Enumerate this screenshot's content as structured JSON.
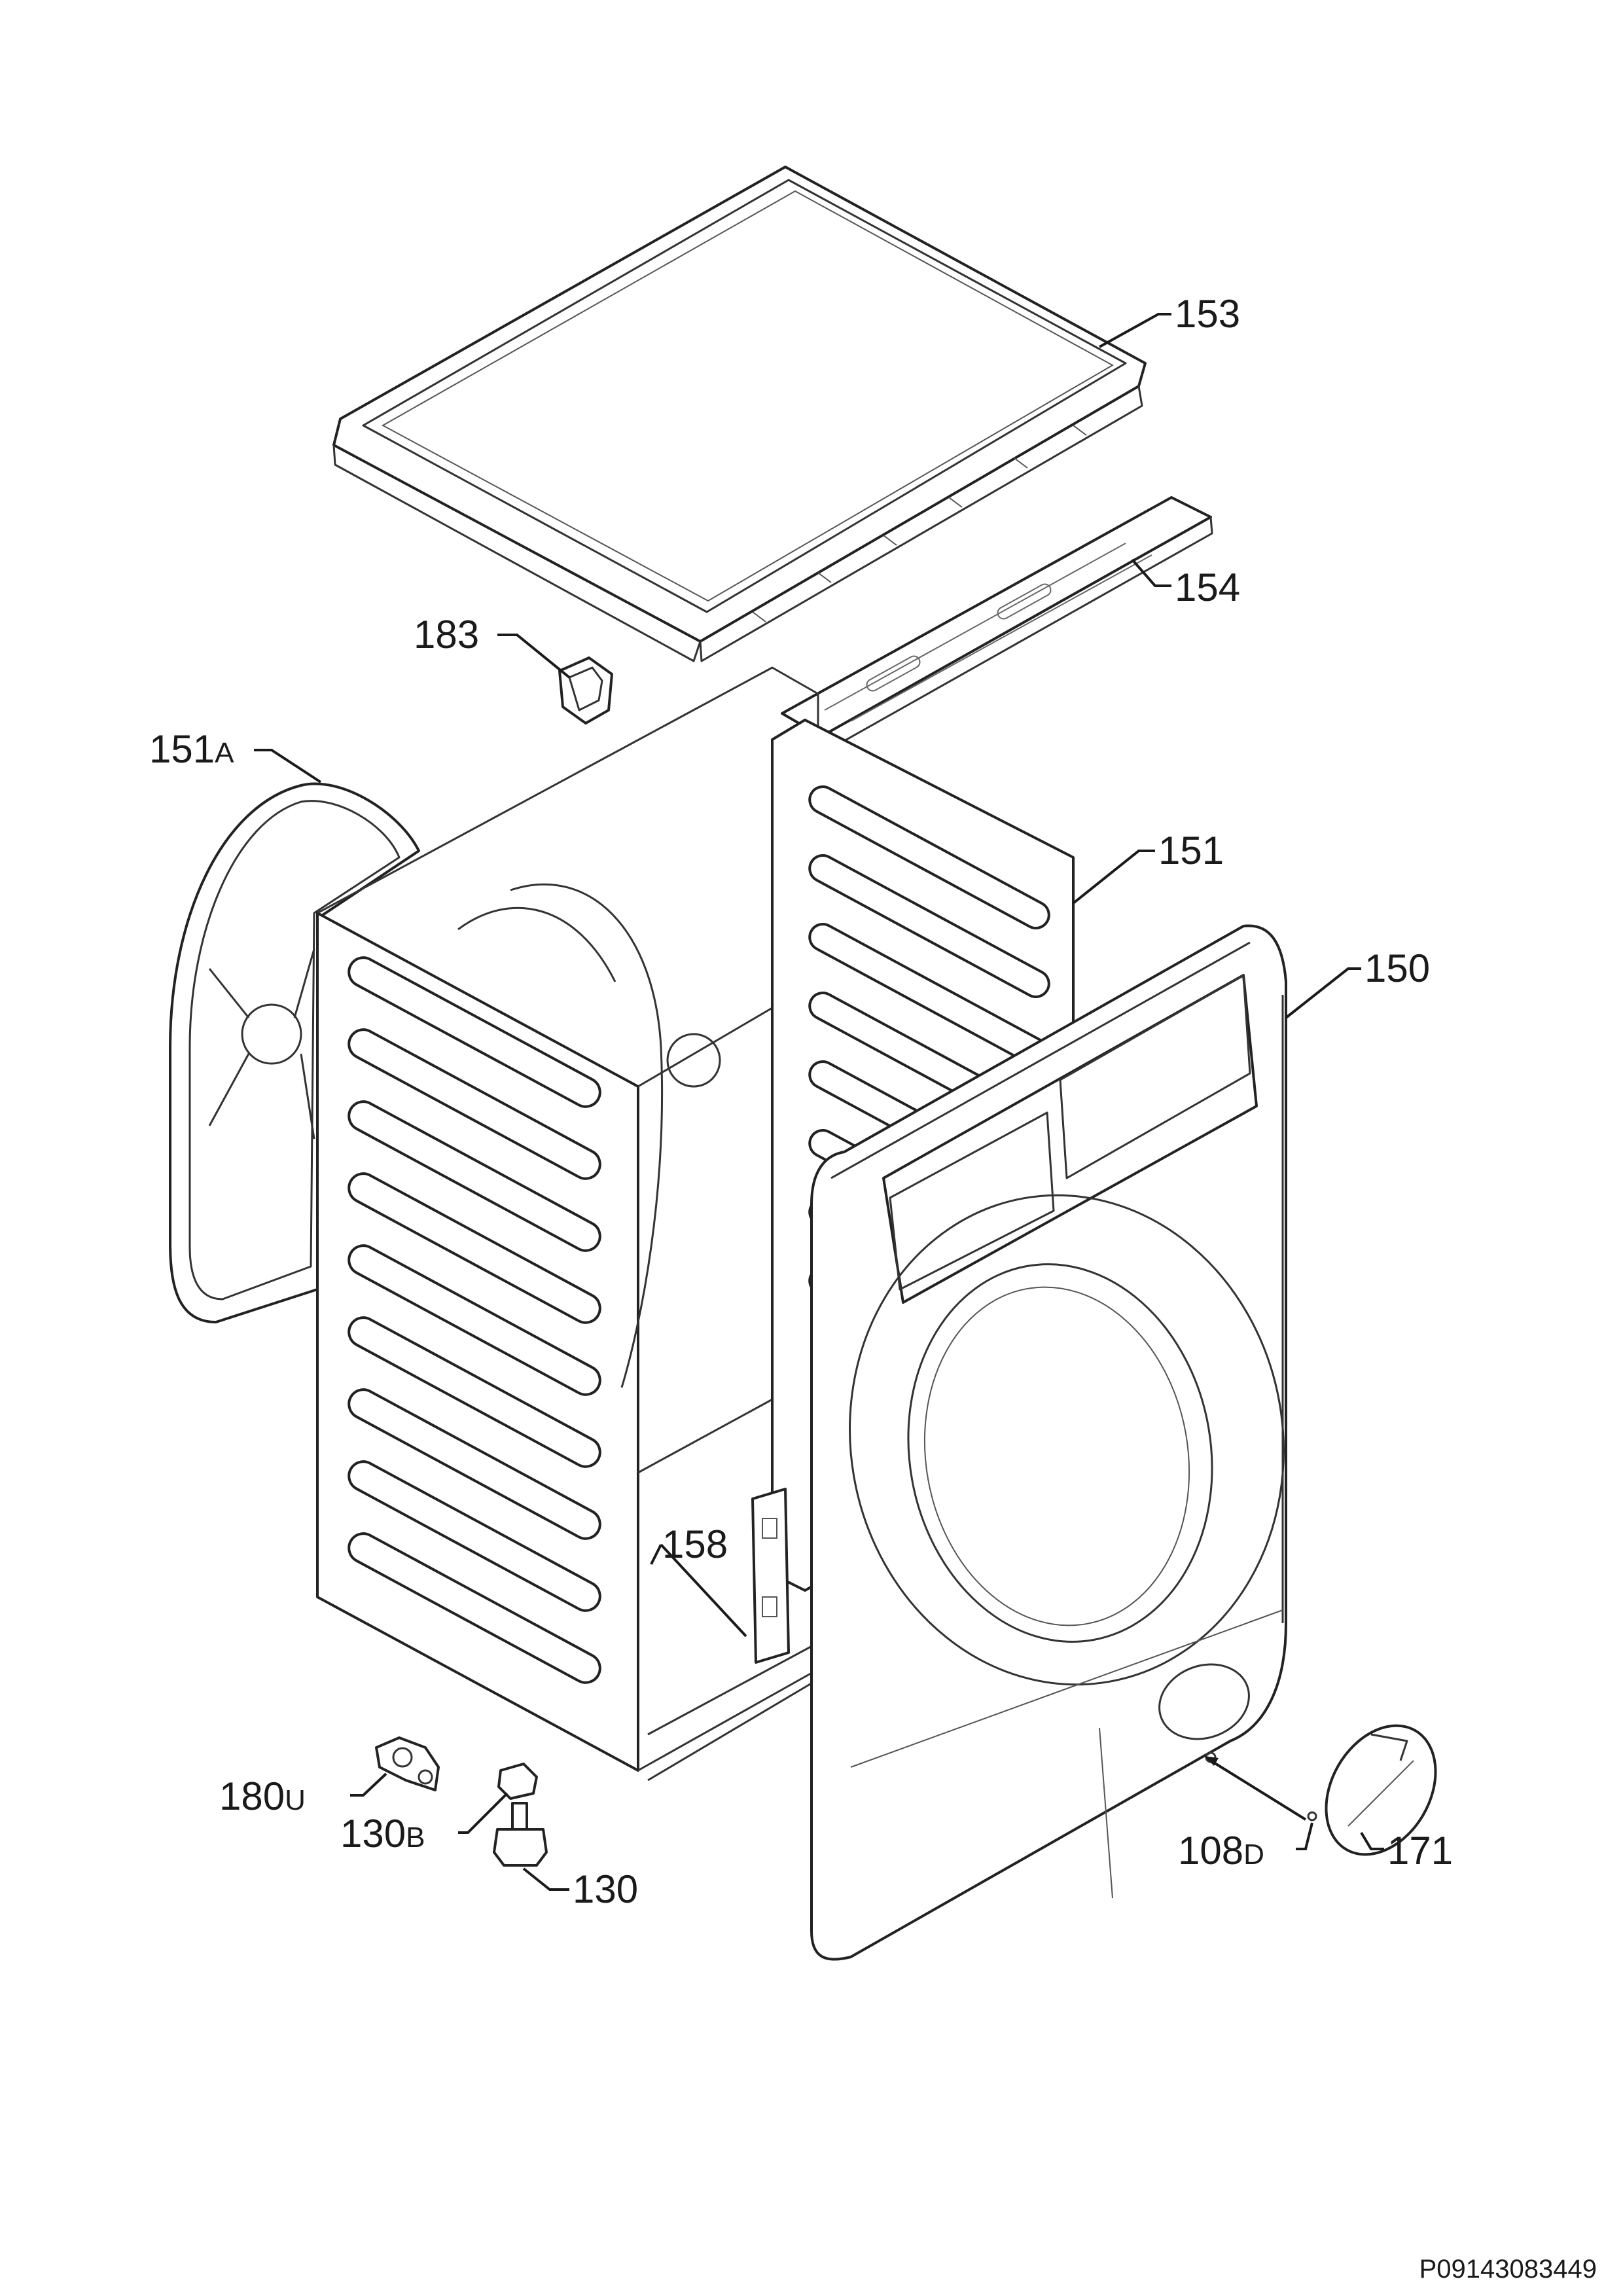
{
  "diagram": {
    "document_code": "P09143083449",
    "parts": [
      {
        "id": "p153",
        "number": "153",
        "suffix": "",
        "target": "top-cover"
      },
      {
        "id": "p154",
        "number": "154",
        "suffix": "",
        "target": "top-rail"
      },
      {
        "id": "p183",
        "number": "183",
        "suffix": "",
        "target": "clip"
      },
      {
        "id": "p151a",
        "number": "151",
        "suffix": "A",
        "target": "rear-panel"
      },
      {
        "id": "p151",
        "number": "151",
        "suffix": "",
        "target": "cabinet"
      },
      {
        "id": "p150",
        "number": "150",
        "suffix": "",
        "target": "front-panel"
      },
      {
        "id": "p158",
        "number": "158",
        "suffix": "",
        "target": "bracket"
      },
      {
        "id": "p180u",
        "number": "180",
        "suffix": "U",
        "target": "bracket-clip"
      },
      {
        "id": "p130b",
        "number": "130",
        "suffix": "B",
        "target": "foot-nut"
      },
      {
        "id": "p130",
        "number": "130",
        "suffix": "",
        "target": "foot"
      },
      {
        "id": "p108d",
        "number": "108",
        "suffix": "D",
        "target": "screw"
      },
      {
        "id": "p171",
        "number": "171",
        "suffix": "",
        "target": "filter-cap"
      }
    ]
  }
}
